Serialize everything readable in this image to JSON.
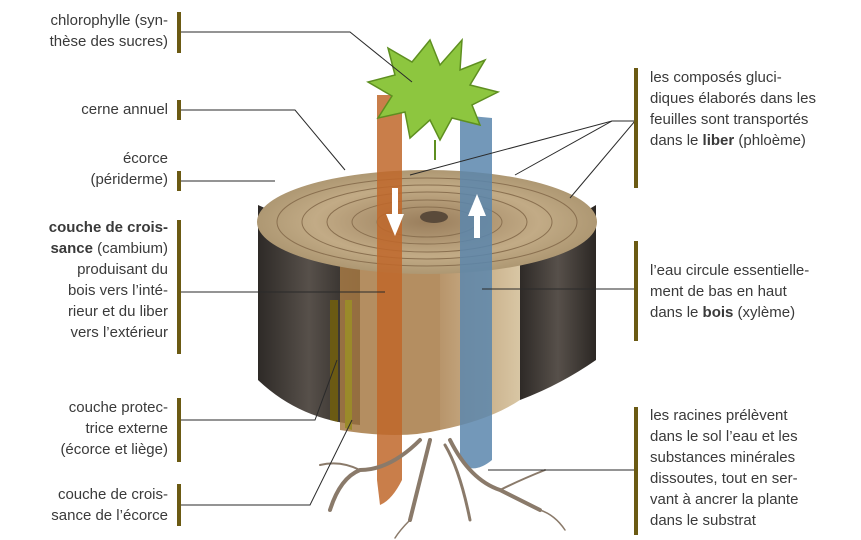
{
  "labels": {
    "chlorophylle": [
      "chlorophylle (syn-",
      "thèse des sucres)"
    ],
    "cerne": [
      "cerne annuel"
    ],
    "ecorce": [
      "écorce",
      "(périderme)"
    ],
    "couche_croissance": {
      "bold1": "couche de crois-",
      "bold2": "sance",
      "rest2": " (cambium)",
      "lines": [
        "produisant du",
        "bois vers l’inté-",
        "rieur et du liber",
        "vers l’extérieur"
      ]
    },
    "couche_protectrice": [
      "couche protec-",
      "trice externe",
      "(écorce et liège)"
    ],
    "couche_croissance_ecorce": [
      "couche de crois-",
      "sance de l’écorce"
    ],
    "composes": {
      "lines": [
        "les composés gluci-",
        "diques élaborés dans les",
        "feuilles sont transportés"
      ],
      "pre": "dans le ",
      "bold": "liber",
      "post": " (phloème)"
    },
    "eau": {
      "lines": [
        "l’eau circule essentielle-",
        "ment de bas en haut"
      ],
      "pre": "dans le ",
      "bold": "bois",
      "post": " (xylème)"
    },
    "racines": [
      "les racines prélèvent",
      "dans le sol l’eau et les",
      "substances minérales",
      "dissoutes, tout en ser-",
      "vant à ancrer la plante",
      "dans le substrat"
    ]
  },
  "colors": {
    "bar": "#6b5a13",
    "liber_band": "#b8622a",
    "xylem_band": "#4f7fa6",
    "leaf": "#8dc63f",
    "bark": "#3d3733",
    "wood_top": "#b8a27e"
  }
}
